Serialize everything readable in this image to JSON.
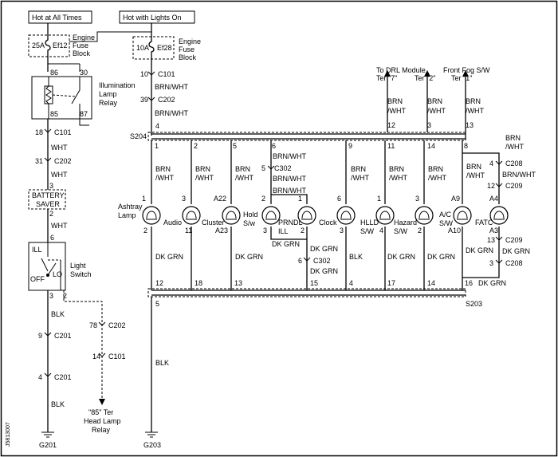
{
  "header": {
    "hot_always": "Hot at All Times",
    "hot_lights": "Hot with Lights On"
  },
  "fuse_left": {
    "rating": "25A",
    "name": "Ef12",
    "block": [
      "Engine",
      "Fuse",
      "Block"
    ]
  },
  "fuse_right": {
    "rating": "10A",
    "name": "Ef28",
    "block": [
      "Engine",
      "Fuse",
      "Block"
    ]
  },
  "relay": {
    "label": [
      "Illumination",
      "Lamp",
      "Relay"
    ],
    "pins": [
      "86",
      "30",
      "85",
      "87"
    ]
  },
  "battery_saver": "BATTERY SAVER",
  "light_switch": {
    "label": [
      "Light",
      "Switch"
    ],
    "ill": "ILL",
    "off": "OFF",
    "lo": "LO",
    "pins": [
      "6",
      "3",
      "2"
    ]
  },
  "left_column": {
    "c101_pin": "18",
    "c101": "C101",
    "wht1": "WHT",
    "c202_pin": "31",
    "c202": "C202",
    "wht2": "WHT",
    "bs_pin_top": "3",
    "bs_pin_bottom": "2",
    "wht3": "WHT",
    "blk1": "BLK",
    "c201a_pin": "9",
    "c201a": "C201",
    "c201b_pin": "4",
    "c201b": "C201",
    "blk2": "BLK",
    "ground": "G201"
  },
  "headlamp_branch": {
    "c202_pin": "78",
    "c202": "C202",
    "c101_pin": "14",
    "c101": "C101",
    "dest": [
      "\"85\" Ter",
      "Head Lamp",
      "Relay"
    ]
  },
  "mid_column": {
    "c101_pin": "10",
    "c101": "C101",
    "brn1": "BRN/WHT",
    "c202_pin": "39",
    "c202": "C202",
    "brn2": "BRN/WHT",
    "s204": "S204",
    "s203": "S203",
    "blk": "BLK",
    "ground": "G203"
  },
  "destinations": {
    "drl": [
      "To DRL Module",
      "Ter \"7\""
    ],
    "drl2": "Ter \"2\"",
    "fog": [
      "Front Fog S/W",
      "Ter \"1\""
    ]
  },
  "splice_top_pins": {
    "feed": "4",
    "a": "12",
    "b": "3",
    "c": "13"
  },
  "splice_top_branch_pins": [
    "1",
    "2",
    "5",
    "6",
    "9",
    "11",
    "14",
    "8"
  ],
  "splice_bottom_pins": [
    "12",
    "18",
    "13",
    "15",
    "4",
    "17",
    "14",
    "16"
  ],
  "splice_bottom_ground_pin": "5",
  "wire_labels": {
    "brn_wht": "BRN/WHT",
    "brn": "BRN",
    "wht": "/WHT",
    "dk_grn": "DK GRN",
    "blk": "BLK"
  },
  "c302": {
    "top_pin": "5",
    "top": "C302",
    "bottom_pin": "6",
    "bottom": "C302"
  },
  "c208_top": {
    "pin": "4",
    "name": "C208"
  },
  "c209_top": {
    "pin": "12",
    "name": "C209"
  },
  "c209_bot": {
    "pin": "13",
    "name": "C209"
  },
  "c208_bot": {
    "pin": "3",
    "name": "C208"
  },
  "lamps": [
    {
      "id": "ashtray",
      "label": [
        "Ashtray",
        "Lamp"
      ],
      "top": "1",
      "bottom": "2"
    },
    {
      "id": "audio",
      "label": [
        "Audio"
      ],
      "top": "3",
      "bottom": "11"
    },
    {
      "id": "cluster",
      "label": [
        "Cluster"
      ],
      "top": "A22",
      "bottom": "A23"
    },
    {
      "id": "hold",
      "label": [
        "Hold",
        "S/w"
      ],
      "top": "2",
      "bottom": "3"
    },
    {
      "id": "prndl",
      "label": [
        "PRNDL",
        "ILL"
      ],
      "top": "1",
      "bottom": "2"
    },
    {
      "id": "clock",
      "label": [
        "Clock"
      ],
      "top": "6",
      "bottom": "3"
    },
    {
      "id": "hlld",
      "label": [
        "HLLD",
        "S/W"
      ],
      "top": "1",
      "bottom": "4"
    },
    {
      "id": "hazard",
      "label": [
        "Hazard",
        "S/W"
      ],
      "top": "3",
      "bottom": "2"
    },
    {
      "id": "ac",
      "label": [
        "A/C",
        "S/W"
      ],
      "top": "A9",
      "bottom": "A10"
    },
    {
      "id": "fatc",
      "label": [
        "FATC"
      ],
      "top": "A4",
      "bottom": "A3"
    }
  ],
  "side_code": "J5813007"
}
